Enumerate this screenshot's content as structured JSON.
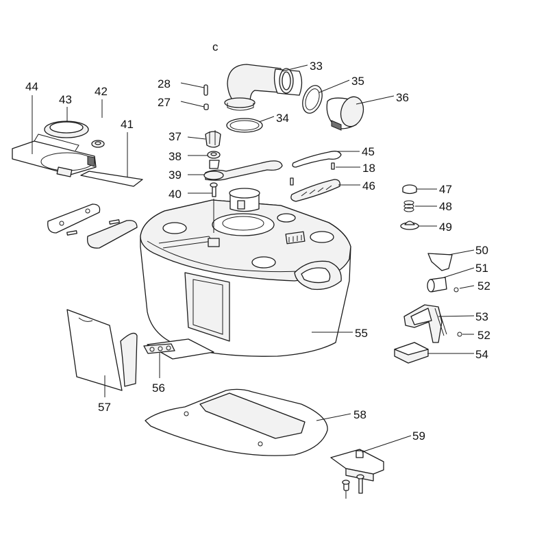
{
  "stray_mark": "c",
  "callouts": [
    {
      "id": "p33",
      "name": "elbow-pipe",
      "label": "33"
    },
    {
      "id": "p35",
      "name": "seal-ring-outlet",
      "label": "35"
    },
    {
      "id": "p36",
      "name": "outlet-cap",
      "label": "36"
    },
    {
      "id": "p34",
      "name": "elbow-o-ring",
      "label": "34"
    },
    {
      "id": "p28",
      "name": "pin-upper",
      "label": "28"
    },
    {
      "id": "p27",
      "name": "pin-lower",
      "label": "27"
    },
    {
      "id": "p44",
      "name": "valve-slide-frame",
      "label": "44"
    },
    {
      "id": "p43",
      "name": "valve-seal-ring",
      "label": "43"
    },
    {
      "id": "p42",
      "name": "small-nut",
      "label": "42"
    },
    {
      "id": "p41",
      "name": "valve-blade",
      "label": "41"
    },
    {
      "id": "p37",
      "name": "knob",
      "label": "37"
    },
    {
      "id": "p38",
      "name": "washer",
      "label": "38"
    },
    {
      "id": "p39",
      "name": "valve-lever",
      "label": "39"
    },
    {
      "id": "p40",
      "name": "lever-screw",
      "label": "40"
    },
    {
      "id": "p45",
      "name": "hinge-cover",
      "label": "45"
    },
    {
      "id": "p18",
      "name": "small-screw",
      "label": "18"
    },
    {
      "id": "p46",
      "name": "hinge-bar",
      "label": "46"
    },
    {
      "id": "p47",
      "name": "plunger-cap",
      "label": "47"
    },
    {
      "id": "p48",
      "name": "spring",
      "label": "48"
    },
    {
      "id": "p49",
      "name": "plunger-seal",
      "label": "49"
    },
    {
      "id": "p50",
      "name": "latch-tab",
      "label": "50"
    },
    {
      "id": "p51",
      "name": "latch-roller",
      "label": "51"
    },
    {
      "id": "p52a",
      "name": "retaining-clip-upper",
      "label": "52"
    },
    {
      "id": "p53",
      "name": "latch-housing",
      "label": "53"
    },
    {
      "id": "p52b",
      "name": "retaining-clip-lower",
      "label": "52"
    },
    {
      "id": "p54",
      "name": "latch-block",
      "label": "54"
    },
    {
      "id": "p55",
      "name": "holding-tank",
      "label": "55"
    },
    {
      "id": "p56",
      "name": "tank-clip",
      "label": "56"
    },
    {
      "id": "p57",
      "name": "level-indicator-window",
      "label": "57"
    },
    {
      "id": "p58",
      "name": "base-plate",
      "label": "58"
    },
    {
      "id": "p59",
      "name": "mounting-bracket",
      "label": "59"
    }
  ]
}
